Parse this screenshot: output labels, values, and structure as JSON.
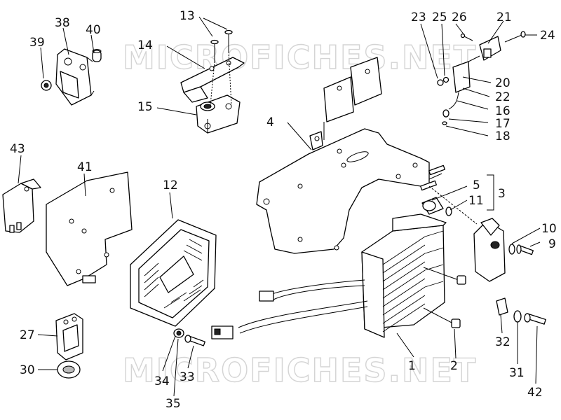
{
  "watermark": {
    "text_top": "MICROFICHES.NET",
    "text_bottom": "MICROFICHES.NET"
  },
  "callouts": {
    "c1": "1",
    "c2": "2",
    "c3": "3",
    "c4": "4",
    "c5": "5",
    "c9": "9",
    "c10": "10",
    "c11": "11",
    "c12": "12",
    "c13": "13",
    "c14": "14",
    "c15": "15",
    "c16": "16",
    "c17": "17",
    "c18": "18",
    "c20": "20",
    "c21": "21",
    "c22": "22",
    "c23": "23",
    "c24": "24",
    "c25": "25",
    "c26": "26",
    "c27": "27",
    "c30": "30",
    "c31": "31",
    "c32": "32",
    "c33": "33",
    "c34": "34",
    "c35": "35",
    "c38": "38",
    "c39": "39",
    "c40": "40",
    "c41": "41",
    "c42": "42",
    "c43": "43"
  }
}
